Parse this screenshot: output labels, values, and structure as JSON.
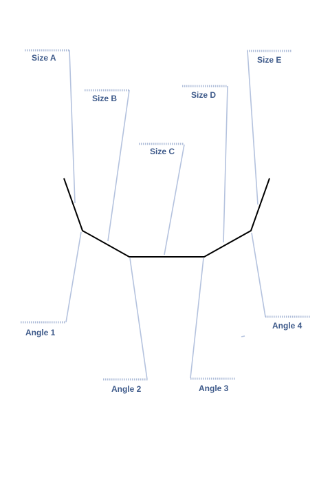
{
  "sizes": {
    "a": "Size A",
    "b": "Size B",
    "c": "Size C",
    "d": "Size D",
    "e": "Size E"
  },
  "angles": {
    "one": "Angle 1",
    "two": "Angle 2",
    "three": "Angle 3",
    "four": "Angle 4"
  },
  "colors": {
    "profile": "#000000",
    "leader": "#b4c2de",
    "label": "#3e5a8a"
  }
}
